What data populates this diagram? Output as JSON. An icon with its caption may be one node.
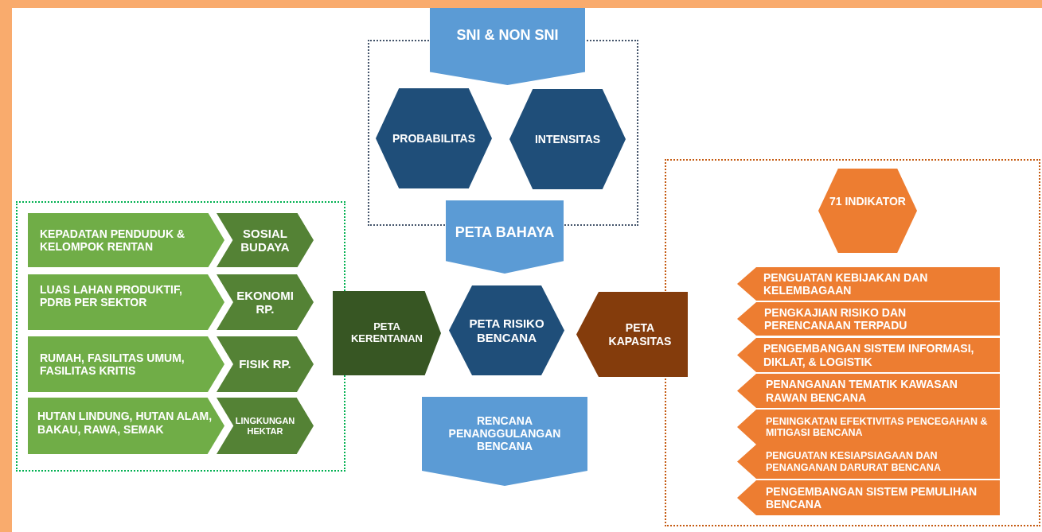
{
  "diagram": {
    "nodes": [
      {
        "text": [
          "SNI & NON SNI"
        ]
      },
      {
        "text": [
          "PROBABILITAS"
        ]
      },
      {
        "text": [
          "INTENSITAS"
        ]
      },
      {
        "text": [
          "PETA BAHAYA"
        ]
      },
      {
        "text": [
          "KEPADATAN PENDUDUK & KELOMPOK RENTAN"
        ]
      },
      {
        "text": [
          "SOSIAL BUDAYA"
        ]
      },
      {
        "text": [
          "LUAS LAHAN PRODUKTIF, PDRB PER SEKTOR"
        ]
      },
      {
        "text": [
          "EKONOMI RP."
        ]
      },
      {
        "text": [
          "RUMAH, FASILITAS UMUM, FASILITAS KRITIS"
        ]
      },
      {
        "text": [
          "FISIK RP."
        ]
      },
      {
        "text": [
          "HUTAN LINDUNG, HUTAN ALAM, BAKAU, RAWA, SEMAK"
        ]
      },
      {
        "text": [
          "LINGKUNGAN HEKTAR"
        ]
      },
      {
        "text": [
          "71 INDIKATOR"
        ]
      },
      {
        "text": [
          "PETA KERENTANAN"
        ]
      },
      {
        "text": [
          "PETA RISIKO BENCANA"
        ]
      },
      {
        "text": [
          "PETA KAPASITAS"
        ]
      },
      {
        "text": [
          "PENGUATAN KEBIJAKAN DAN KELEMBAGAAN"
        ]
      },
      {
        "text": [
          "PENGKAJIAN RISIKO DAN PERENCANAAN TERPADU"
        ]
      },
      {
        "text": [
          "PENGEMBANGAN SISTEM INFORMASI, DIKLAT, & LOGISTIK"
        ]
      },
      {
        "text": [
          "PENANGANAN TEMATIK KAWASAN RAWAN BENCANA"
        ]
      },
      {
        "text": [
          "PENINGKATAN EFEKTIVITAS PENCEGAHAN & MITIGASI BENCANA"
        ]
      },
      {
        "text": [
          "PENGUATAN KESIAPSIAGAAN DAN PENANGANAN DARURAT BENCANA"
        ]
      },
      {
        "text": [
          "PENGEMBANGAN SISTEM PEMULIHAN BENCANA"
        ]
      },
      {
        "text": [
          "RENCANA PENANGGULANGAN BENCANA"
        ]
      }
    ]
  }
}
